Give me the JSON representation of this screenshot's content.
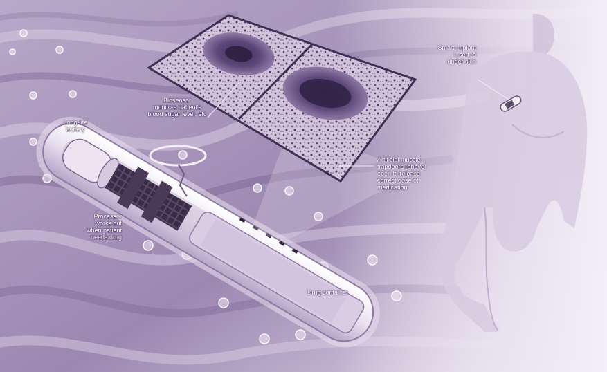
{
  "colors": {
    "background": "#a28fb5",
    "wave_light": "#d9cde3",
    "wave_dark": "#7c6496",
    "tube": "#f1ebf5",
    "tube_shadow": "#b8a6c9",
    "chip": "#4a3a58",
    "panel_border": "#3e2f55",
    "panel_fill": "#cbbcd6",
    "cell": "#5b4679",
    "figure": "#cdbfd9"
  },
  "labels": {
    "implant": "Smart implant\ninserted\nunder skin",
    "biosensor": "Biosensor\nmonitors patient's\nblood sugar level, etc",
    "battery": "Long-life\nbattery",
    "muscle": "Artificial muscle\ntrapdoors (above)\nopen to release\ncorrect dose of\nmedication",
    "processor": "Processor\nworks out\nwhen patient\nneeds drug",
    "drug": "Drug container"
  },
  "icons": [
    "cell-icon",
    "chip-icon",
    "bubble-icon",
    "implant-icon"
  ]
}
